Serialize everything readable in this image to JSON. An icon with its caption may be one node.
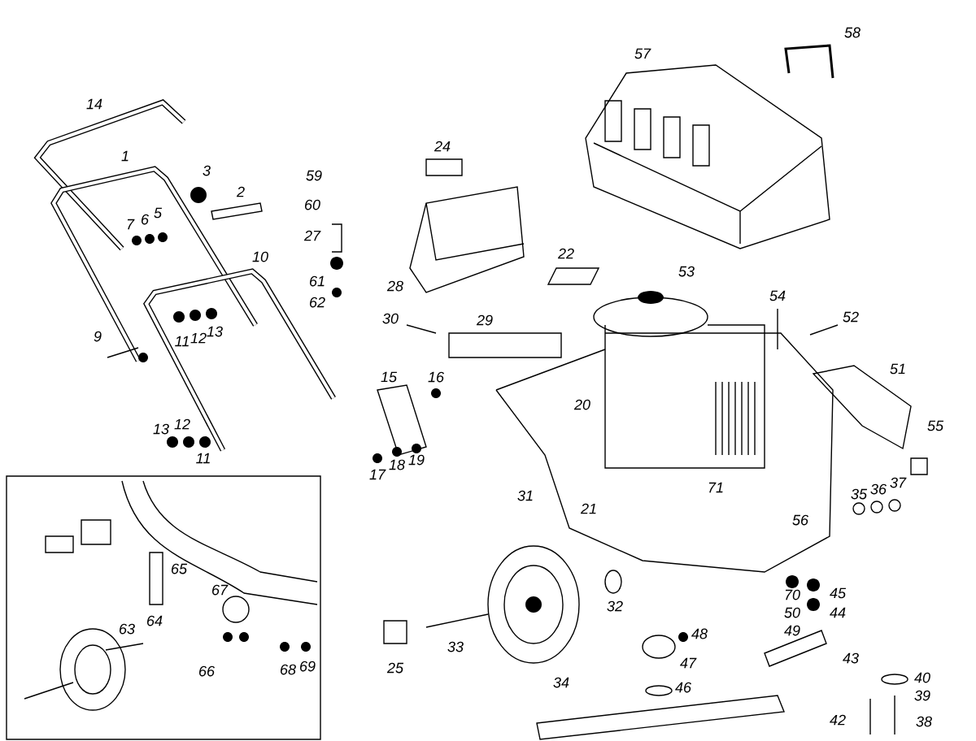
{
  "diagram": {
    "labels": [
      "14",
      "1",
      "3",
      "2",
      "7",
      "6",
      "5",
      "59",
      "60",
      "24",
      "57",
      "58",
      "27",
      "10",
      "28",
      "61",
      "62",
      "22",
      "53",
      "54",
      "52",
      "30",
      "29",
      "9",
      "11",
      "12",
      "13",
      "15",
      "16",
      "51",
      "20",
      "13",
      "12",
      "55",
      "11",
      "17",
      "18",
      "19",
      "71",
      "35",
      "36",
      "37",
      "31",
      "21",
      "56",
      "65",
      "67",
      "45",
      "70",
      "32",
      "50",
      "44",
      "64",
      "63",
      "49",
      "48",
      "33",
      "43",
      "47",
      "69",
      "25",
      "68",
      "66",
      "34",
      "40",
      "46",
      "39",
      "42",
      "38"
    ]
  }
}
